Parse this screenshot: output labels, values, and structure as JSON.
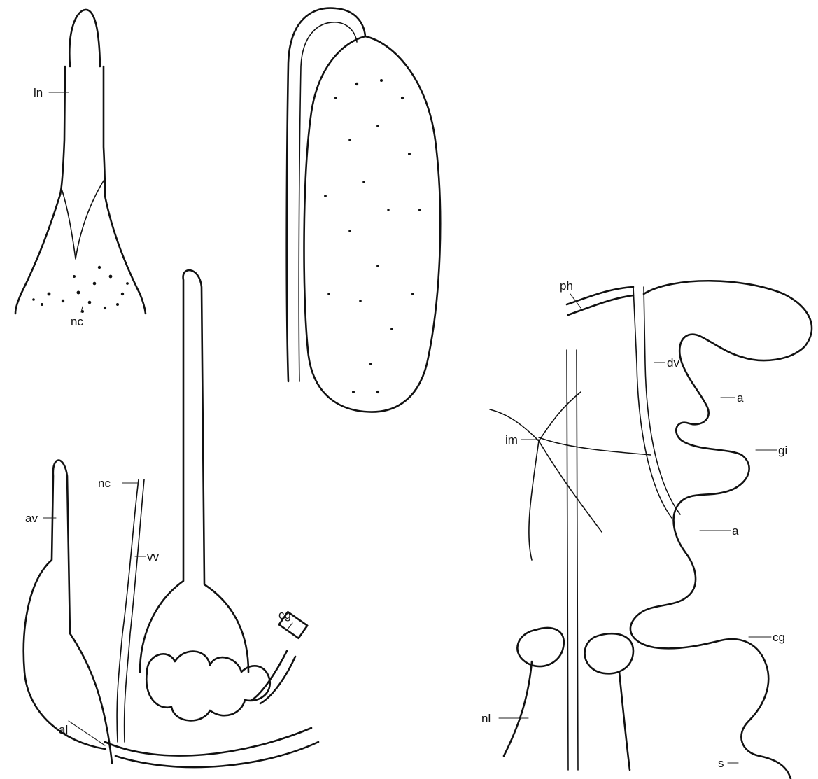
{
  "figure": {
    "labels": {
      "ln": "ln",
      "nc_top": "nc",
      "nc_left": "nc",
      "av": "av",
      "vv": "vv",
      "cg_left": "cg",
      "al_left": "al",
      "ph": "ph",
      "dv": "dv",
      "a_upper": "a",
      "im": "im",
      "gi": "gi",
      "a_mid": "a",
      "cg_right": "cg",
      "nl": "nl",
      "s": "s"
    }
  }
}
